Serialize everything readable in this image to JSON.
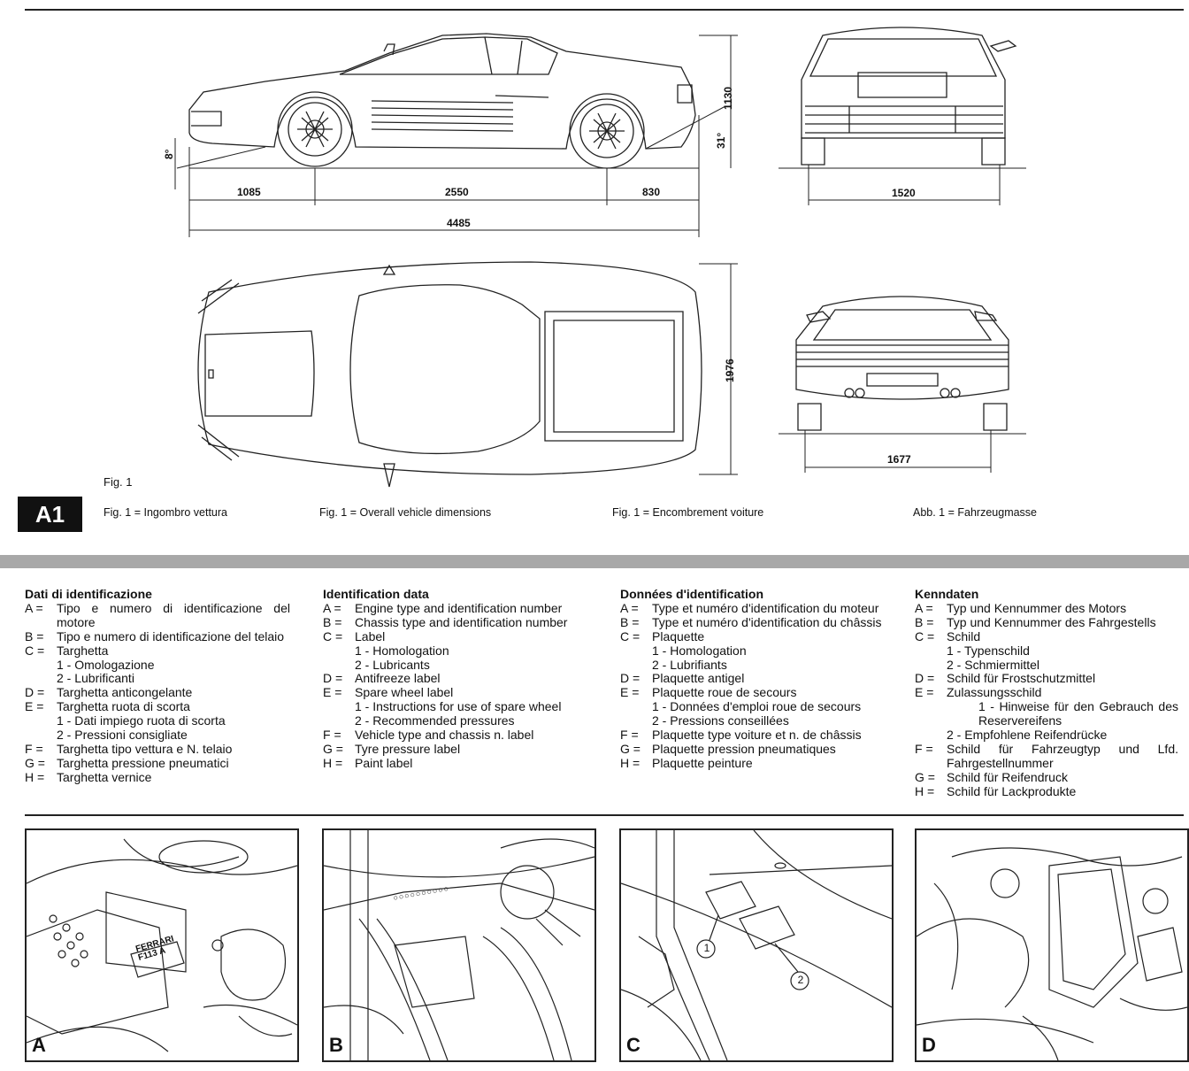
{
  "figure": {
    "fig_label": "Fig. 1",
    "section_badge": "A1",
    "captions": {
      "it": "Fig. 1 = Ingombro vettura",
      "en": "Fig. 1 = Overall vehicle dimensions",
      "fr": "Fig. 1 = Encombrement voiture",
      "de": "Abb. 1 = Fahrzeugmasse"
    },
    "dimensions": {
      "front_overhang": "1085",
      "wheelbase": "2550",
      "rear_overhang": "830",
      "overall_length": "4485",
      "height": "1130",
      "approach_angle": "8°",
      "departure_angle": "31°",
      "front_track": "1520",
      "overall_width": "1976",
      "rear_track": "1677"
    }
  },
  "identification": {
    "it": {
      "title": "Dati di identificazione",
      "A": "Tipo e numero di identificazione del motore",
      "B": "Tipo e numero di identificazione del telaio",
      "C": "Targhetta",
      "C1": "1 - Omologazione",
      "C2": "2 - Lubrificanti",
      "D": "Targhetta anticongelante",
      "E": "Targhetta ruota di scorta",
      "E1": "1 - Dati impiego ruota di scorta",
      "E2": "2 - Pressioni consigliate",
      "F": "Targhetta tipo vettura e N. telaio",
      "G": "Targhetta pressione pneumatici",
      "H": "Targhetta vernice"
    },
    "en": {
      "title": "Identification data",
      "A": "Engine type and identification number",
      "B": "Chassis type and identification number",
      "C": "Label",
      "C1": "1 - Homologation",
      "C2": "2 - Lubricants",
      "D": "Antifreeze label",
      "E": "Spare wheel label",
      "E1": "1 - Instructions for use of spare wheel",
      "E2": "2 - Recommended pressures",
      "F": "Vehicle type and chassis n. label",
      "G": "Tyre pressure label",
      "H": "Paint label"
    },
    "fr": {
      "title": "Données d'identification",
      "A": "Type et numéro d'identification du moteur",
      "B": "Type et numéro d'identification du châssis",
      "C": "Plaquette",
      "C1": "1 - Homologation",
      "C2": "2 - Lubrifiants",
      "D": "Plaquette antigel",
      "E": "Plaquette roue de secours",
      "E1": "1 - Données d'emploi roue de secours",
      "E2": "2 - Pressions conseillées",
      "F": "Plaquette type voiture et n. de châssis",
      "G": "Plaquette pression pneumatiques",
      "H": "Plaquette peinture"
    },
    "de": {
      "title": "Kenndaten",
      "A": "Typ und Kennummer des Motors",
      "B": "Typ und Kennummer des Fahrgestells",
      "C": "Schild",
      "C1": "1 - Typenschild",
      "C2": "2 - Schmiermittel",
      "D": "Schild für Frostschutzmittel",
      "E": "Zulassungsschild",
      "E1": "1 - Hinweise für den Gebrauch des Reservereifens",
      "E2": "2 - Empfohlene Reifendrücke",
      "F": "Schild für Fahrzeugtyp und Lfd. Fahrgestellnummer",
      "G": "Schild für Reifendruck",
      "H": "Schild für Lackprodukte"
    },
    "keys": {
      "A": "A =",
      "B": "B =",
      "C": "C =",
      "D": "D =",
      "E": "E =",
      "F": "F =",
      "G": "G =",
      "H": "H ="
    }
  },
  "panels": {
    "A": "A",
    "B": "B",
    "C": "C",
    "D": "D",
    "plate_text": "FERRARI F113 A",
    "callout_1": "1",
    "callout_2": "2"
  }
}
